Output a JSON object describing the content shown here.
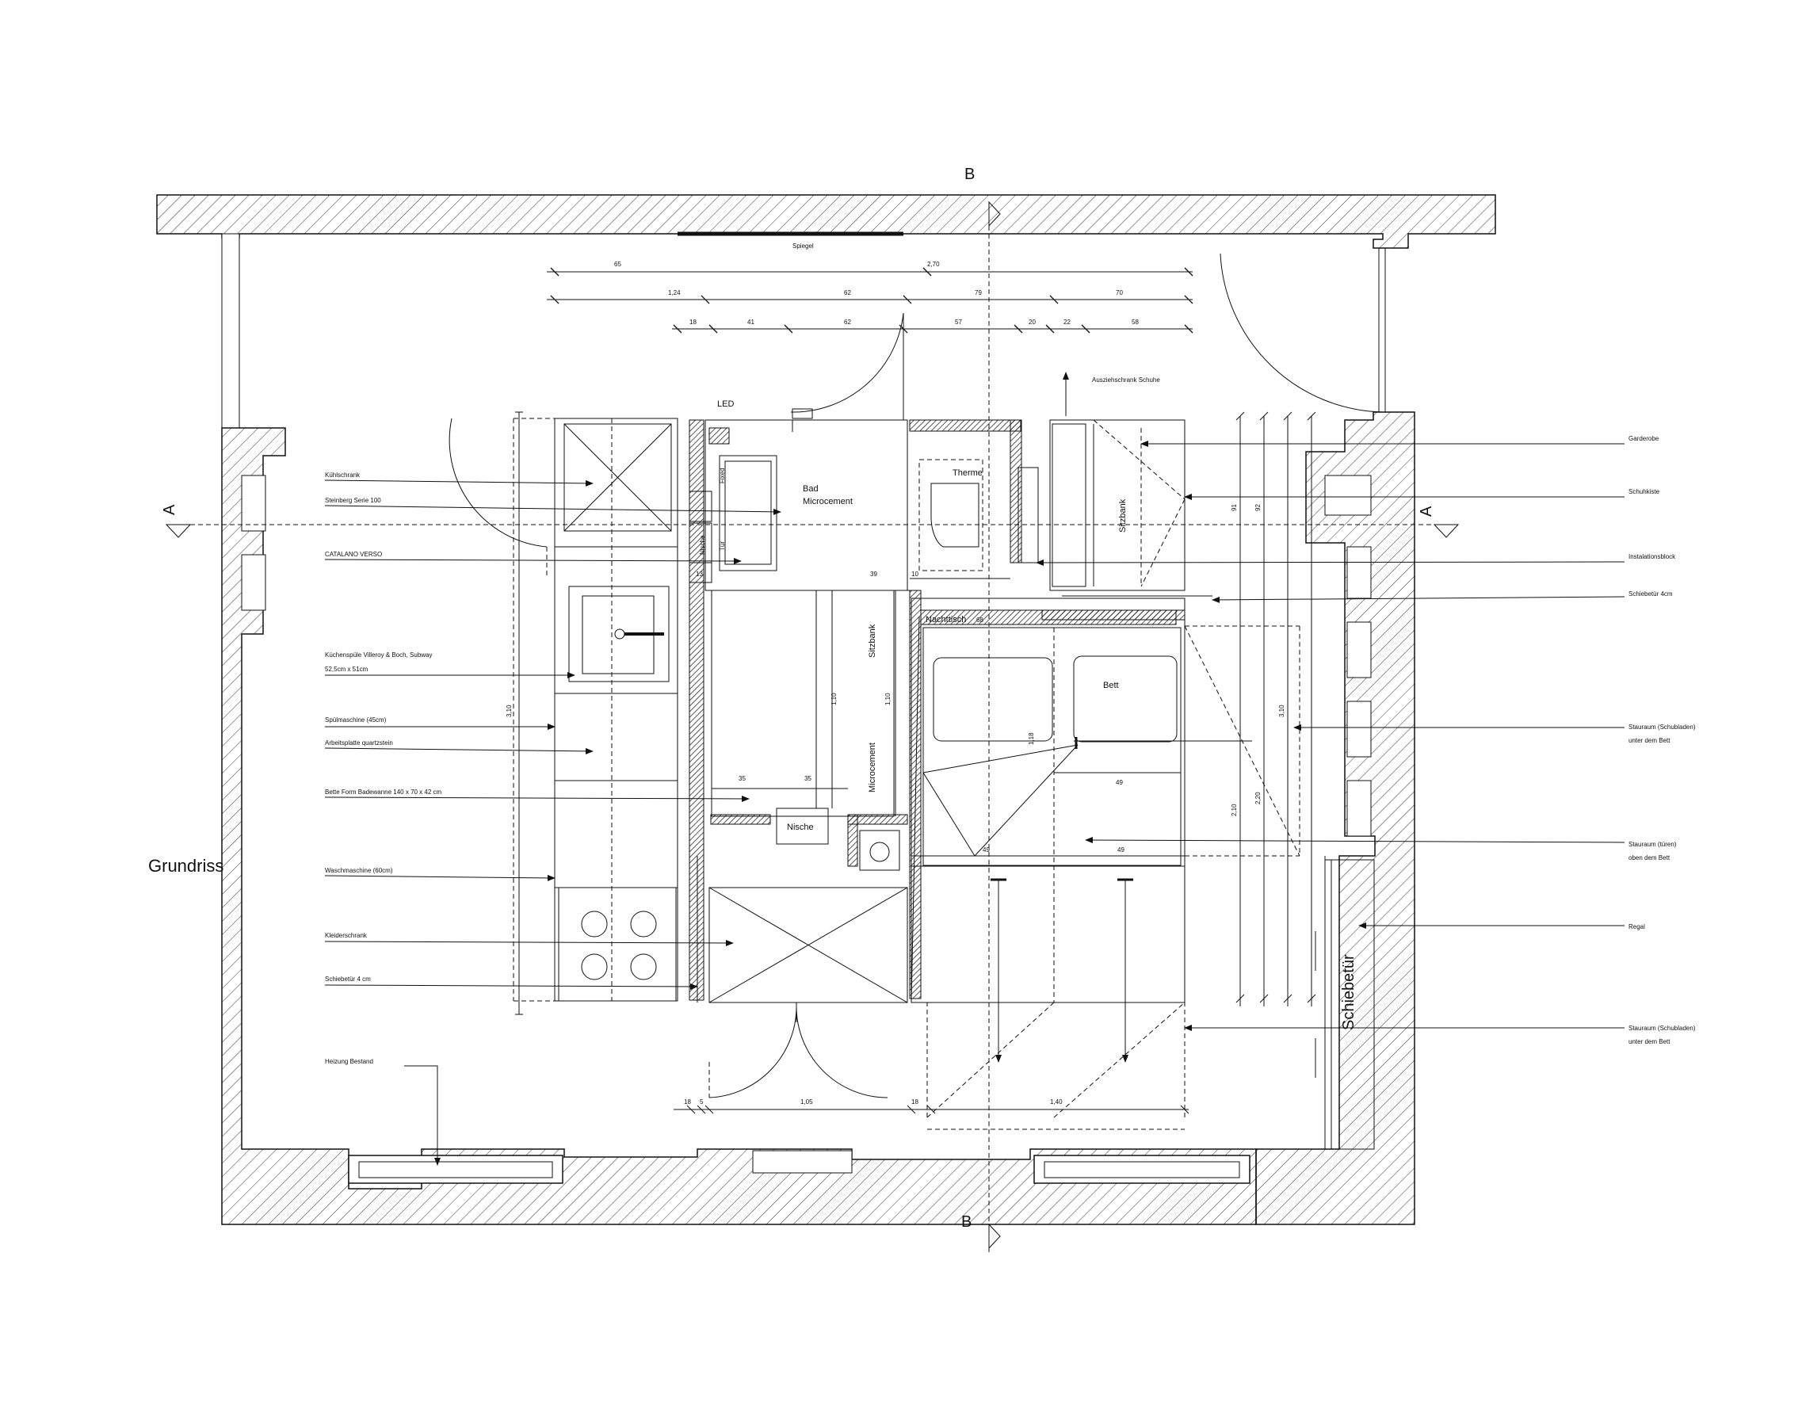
{
  "title": "Grundriss",
  "section_marks": {
    "b_top": "B",
    "b_bottom": "B",
    "a_left": "A",
    "a_right": "A"
  },
  "room_labels": {
    "spiegel": "Spiegel",
    "led": "LED",
    "bad": "Bad",
    "microcement": "Microcement",
    "therme": "Therme",
    "fixed": "Fixed",
    "nische_v": "Nische",
    "tuer": "Tür",
    "sitzbank_1": "Sitzbank",
    "sitzbank_2": "Sitzbank",
    "microcement_v": "Microcement",
    "nische": "Nische",
    "nachttisch": "Nachttisch",
    "bett": "Bett",
    "schiebetuer": "Schiebetür",
    "auszieh": "Ausziehschrank Schuhe",
    "heizung": "Heizung  Bestand"
  },
  "left_callouts": [
    "Kühlschrank",
    "Steinberg Serie 100",
    "CATALANO VERSO",
    "Küchenspüle Villeroy & Boch, Subway",
    "52,5cm x 51cm",
    "Spülmaschine (45cm)",
    "Arbeitsplatte quartzstein",
    "Bette Form Badewanne 140 x 70 x 42 cm",
    "Waschmaschine (60cm)",
    "Kleiderschrank",
    "Schiebetür 4 cm"
  ],
  "right_callouts": [
    "Garderobe",
    "Schuhkiste",
    "Instalationsblock",
    "Schiebetür 4cm",
    "Stauraum (Schubladen)",
    "unter dem Bett",
    "Stauraum (türen)",
    "oben dem Bett",
    "Regal",
    "Stauraum (Schubladen)",
    "unter dem Bett"
  ],
  "dimensions": {
    "row1": [
      "65",
      "2,70"
    ],
    "row2": [
      "1,24",
      "62",
      "79",
      "70"
    ],
    "row3": [
      "18",
      "41",
      "62",
      "57",
      "20",
      "22",
      "58"
    ],
    "inner": [
      "13",
      "39",
      "10",
      "68",
      "35",
      "35",
      "49",
      "49",
      "49",
      "1,10",
      "1,10",
      "3,10",
      "2,10",
      "3,10",
      "91",
      "92",
      "2,20",
      "1,18"
    ],
    "bottom": [
      "18",
      "5",
      "1,05",
      "18",
      "1,40"
    ]
  }
}
